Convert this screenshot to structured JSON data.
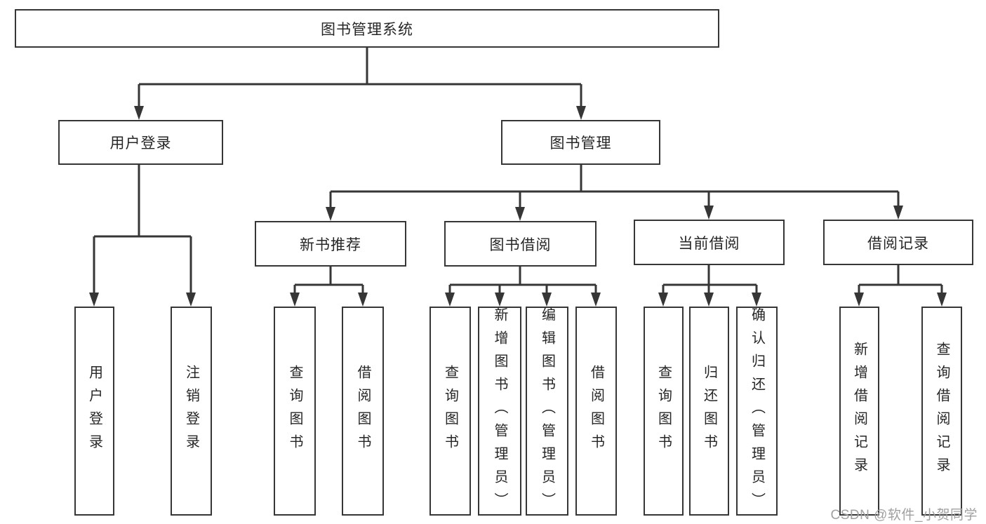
{
  "diagram": {
    "title": "图书管理系统",
    "type": "hierarchy-tree"
  },
  "nodes": [
    {
      "id": "root",
      "label": "图书管理系统"
    },
    {
      "id": "user-login",
      "label": "用户登录"
    },
    {
      "id": "book-mgmt",
      "label": "图书管理"
    },
    {
      "id": "new-book-rec",
      "label": "新书推荐"
    },
    {
      "id": "book-borrow",
      "label": "图书借阅"
    },
    {
      "id": "current-borrow",
      "label": "当前借阅"
    },
    {
      "id": "borrow-records",
      "label": "借阅记录"
    },
    {
      "id": "leaf-user-login",
      "label": "用户登录"
    },
    {
      "id": "leaf-logout",
      "label": "注销登录"
    },
    {
      "id": "leaf-rec-query",
      "label": "查询图书"
    },
    {
      "id": "leaf-rec-borrow",
      "label": "借阅图书"
    },
    {
      "id": "leaf-bb-query",
      "label": "查询图书"
    },
    {
      "id": "leaf-bb-add",
      "label": "新增图书（管理员）"
    },
    {
      "id": "leaf-bb-edit",
      "label": "编辑图书（管理员）"
    },
    {
      "id": "leaf-bb-borrow",
      "label": "借阅图书"
    },
    {
      "id": "leaf-cb-query",
      "label": "查询图书"
    },
    {
      "id": "leaf-cb-return",
      "label": "归还图书"
    },
    {
      "id": "leaf-cb-confirm",
      "label": "确认归还（管理员）"
    },
    {
      "id": "leaf-br-add",
      "label": "新增借阅记录"
    },
    {
      "id": "leaf-br-query",
      "label": "查询借阅记录"
    }
  ],
  "hierarchy": {
    "label": "图书管理系统",
    "children": [
      {
        "label": "用户登录",
        "children": [
          {
            "label": "用户登录"
          },
          {
            "label": "注销登录"
          }
        ]
      },
      {
        "label": "图书管理",
        "children": [
          {
            "label": "新书推荐",
            "children": [
              {
                "label": "查询图书"
              },
              {
                "label": "借阅图书"
              }
            ]
          },
          {
            "label": "图书借阅",
            "children": [
              {
                "label": "查询图书"
              },
              {
                "label": "新增图书（管理员）"
              },
              {
                "label": "编辑图书（管理员）"
              },
              {
                "label": "借阅图书"
              }
            ]
          },
          {
            "label": "当前借阅",
            "children": [
              {
                "label": "查询图书"
              },
              {
                "label": "归还图书"
              },
              {
                "label": "确认归还（管理员）"
              }
            ]
          },
          {
            "label": "借阅记录",
            "children": [
              {
                "label": "新增借阅记录"
              },
              {
                "label": "查询借阅记录"
              }
            ]
          }
        ]
      }
    ]
  },
  "watermark": {
    "text": "CSDN @软件_小贺同学",
    "color": "#a0a0a0"
  },
  "colors": {
    "background": "#ffffff",
    "line": "#363636",
    "box_border": "#363636",
    "text": "#262626"
  }
}
